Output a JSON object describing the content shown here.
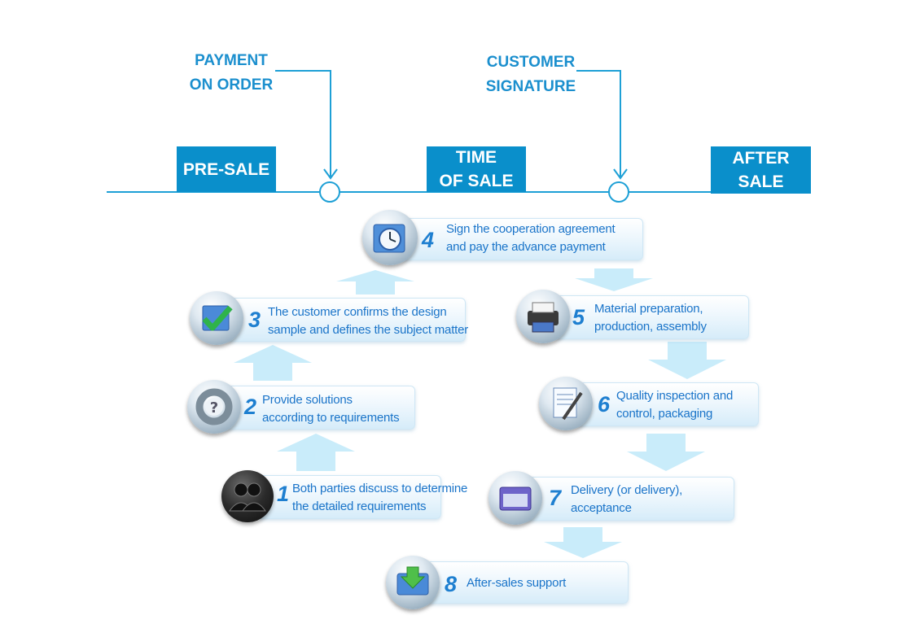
{
  "timeline": {
    "phases": [
      {
        "label": "PRE-SALE"
      },
      {
        "label": "TIME\nOF SALE"
      },
      {
        "label": "AFTER\nSALE"
      }
    ],
    "events": [
      {
        "label": "PAYMENT\nON ORDER"
      },
      {
        "label": "CUSTOMER\nSIGNATURE"
      }
    ]
  },
  "steps": [
    {
      "number": "1",
      "text": "Both parties discuss to determine\nthe detailed requirements",
      "icon": "users-icon"
    },
    {
      "number": "2",
      "text": "Provide solutions\naccording to requirements",
      "icon": "help-lifebuoy-icon"
    },
    {
      "number": "3",
      "text": "The customer confirms the design\nsample and defines the subject matter",
      "icon": "checkmark-icon"
    },
    {
      "number": "4",
      "text": "Sign the cooperation agreement\nand pay the advance payment",
      "icon": "clock-icon"
    },
    {
      "number": "5",
      "text": "Material preparation,\nproduction, assembly",
      "icon": "printer-icon"
    },
    {
      "number": "6",
      "text": "Quality inspection and\ncontrol, packaging",
      "icon": "document-pen-icon"
    },
    {
      "number": "7",
      "text": "Delivery (or delivery),\nacceptance",
      "icon": "window-icon"
    },
    {
      "number": "8",
      "text": "After-sales support",
      "icon": "download-icon"
    }
  ],
  "colors": {
    "accent": "#0a8fcb",
    "line": "#1ea0d6",
    "step_text": "#1a74c9",
    "arrow": "#c9ecfa"
  }
}
